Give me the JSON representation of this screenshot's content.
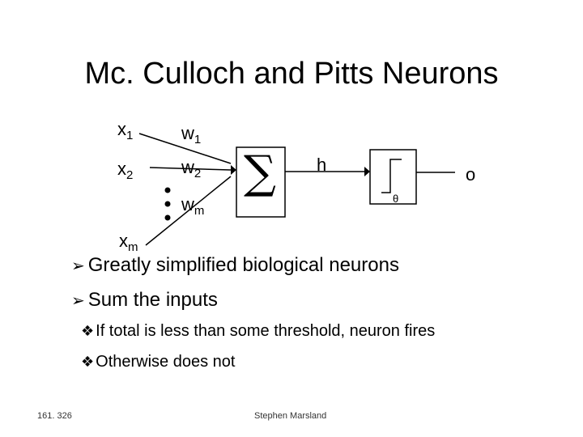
{
  "slide": {
    "title": "Mc. Culloch and Pitts Neurons",
    "diagram": {
      "inputs": [
        {
          "base": "x",
          "sub": "1"
        },
        {
          "base": "x",
          "sub": "2"
        },
        {
          "base": "x",
          "sub": "m"
        }
      ],
      "weights": [
        {
          "base": "w",
          "sub": "1"
        },
        {
          "base": "w",
          "sub": "2"
        },
        {
          "base": "w",
          "sub": "m"
        }
      ],
      "sum_symbol": "∑",
      "h_label": "h",
      "theta_label": "θ",
      "output_label": "o"
    },
    "bullets": [
      {
        "text": "Greatly simplified biological neurons"
      },
      {
        "text": "Sum the inputs"
      }
    ],
    "sub_bullets": [
      {
        "text": "If total is less than some threshold, neuron fires"
      },
      {
        "text": "Otherwise does not"
      }
    ],
    "footer": {
      "page": "161. 326",
      "author": "Stephen Marsland"
    }
  }
}
